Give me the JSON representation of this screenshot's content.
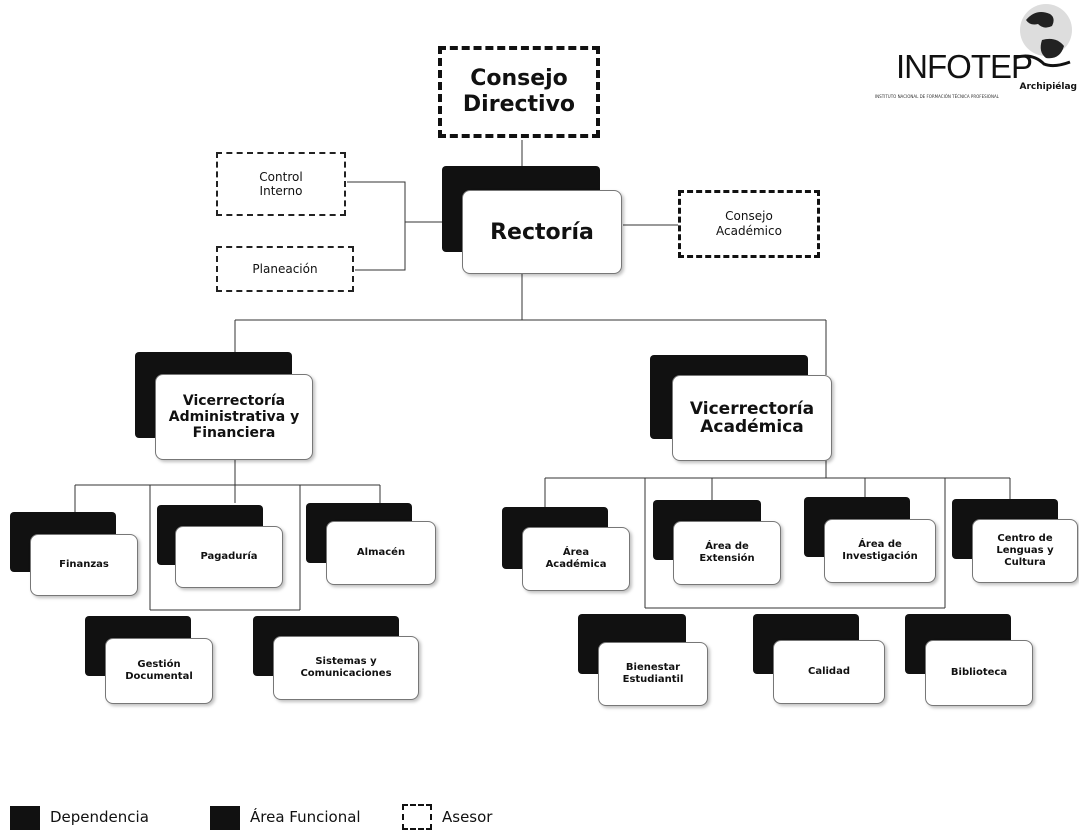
{
  "logo": {
    "name": "INFOTEP",
    "sub": "Archipiélag",
    "tagline": "INSTITUTO NACIONAL DE FORMACIÓN TÉCNICA PROFESIONAL"
  },
  "advisors": {
    "consejo_directivo": "Consejo Directivo",
    "control_interno": "Control Interno",
    "planeacion": "Planeación",
    "consejo_academico": "Consejo Académico"
  },
  "nodes": {
    "rectoria": "Rectoría",
    "vice_admin": "Vicerrectoría Administrativa y Financiera",
    "vice_acad": "Vicerrectoría Académica",
    "finanzas": "Finanzas",
    "pagaduria": "Pagaduría",
    "almacen": "Almacén",
    "gestion_doc": "Gestión Documental",
    "sistemas": "Sistemas y Comunicaciones",
    "area_academica": "Área Académica",
    "area_extension": "Área de Extensión",
    "area_investigacion": "Área de Investigación",
    "centro_lenguas": "Centro de Lenguas y Cultura",
    "bienestar": "Bienestar Estudiantil",
    "calidad": "Calidad",
    "biblioteca": "Biblioteca"
  },
  "legend": {
    "dependencia": "Dependencia",
    "area_funcional": "Área Funcional",
    "asesor": "Asesor"
  },
  "colors": {
    "shadow": "#111111",
    "line": "#333333"
  }
}
